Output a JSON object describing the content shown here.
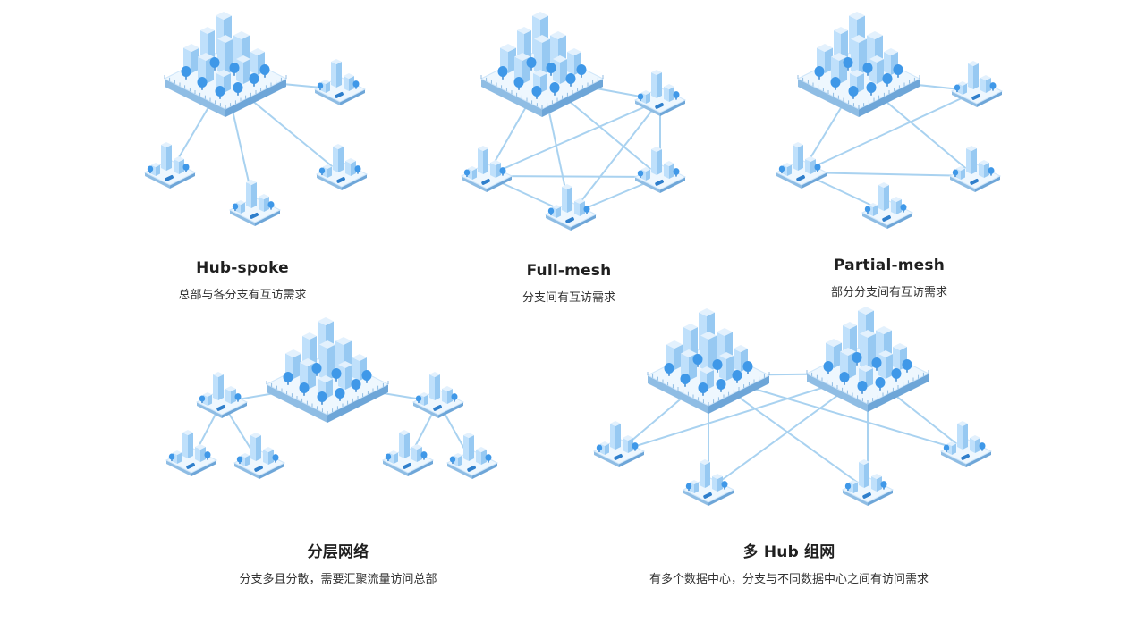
{
  "colors": {
    "line": "#a9d2f0",
    "base_top": "#eef7fe",
    "base_side": "#8fbde4",
    "base_front": "#6ea6d8",
    "building_light": "#e3f1fd",
    "building_mid": "#bfe0fb",
    "building_dark": "#97c9f2",
    "tree": "#3f98e8",
    "title_text": "#1f1f1f",
    "sub_text": "#333333"
  },
  "diagrams": [
    {
      "id": "hub-spoke",
      "title": "Hub-spoke",
      "subtitle": "总部与各分支有互访需求"
    },
    {
      "id": "full-mesh",
      "title": "Full-mesh",
      "subtitle": "分支间有互访需求"
    },
    {
      "id": "partial-mesh",
      "title": "Partial-mesh",
      "subtitle": "部分分支间有互访需求"
    },
    {
      "id": "hierarchical",
      "title": "分层网络",
      "subtitle": "分支多且分散，需要汇聚流量访问总部"
    },
    {
      "id": "multi-hub",
      "title": "多 Hub 组网",
      "subtitle": "有多个数据中心，分支与不同数据中心之间有访问需求"
    }
  ]
}
